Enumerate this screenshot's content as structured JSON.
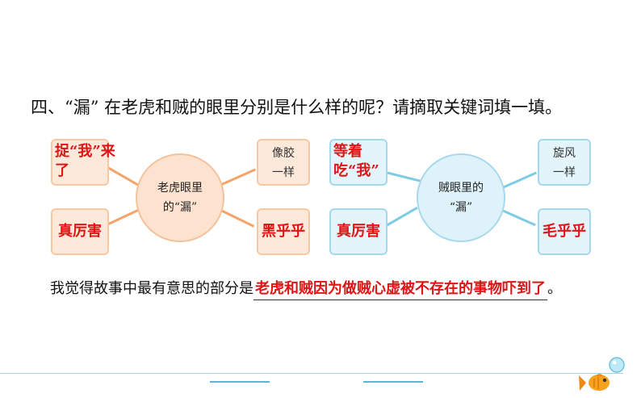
{
  "question": {
    "text": "四、“漏” 在老虎和贼的眼里分别是什么样的呢？请摘取关键词填一填。"
  },
  "tiger_map": {
    "center_line1": "老虎眼里",
    "center_line2": "的“漏”",
    "top_left": "捉“我”来了",
    "bottom_left": "真厉害",
    "top_right_line1": "像胶",
    "top_right_line2": "一样",
    "bottom_right": "黑乎乎"
  },
  "thief_map": {
    "center_line1": "贼眼里的",
    "center_line2": "“漏”",
    "top_left": "等着吃“我”",
    "bottom_left": "真厉害",
    "top_right_line1": "旋风",
    "top_right_line2": "一样",
    "bottom_right": "毛乎乎"
  },
  "sentence": {
    "prefix": "我觉得故事中最有意思的部分是",
    "answer": "老虎和贼因为做贼心虚被不存在的事物吓到了",
    "suffix": "。"
  },
  "colors": {
    "answer_red": "#e01414",
    "orange_line": "#f3a46a",
    "blue_line": "#7ecbe4"
  },
  "icons": [
    "fish-icon",
    "bubble-icon"
  ]
}
